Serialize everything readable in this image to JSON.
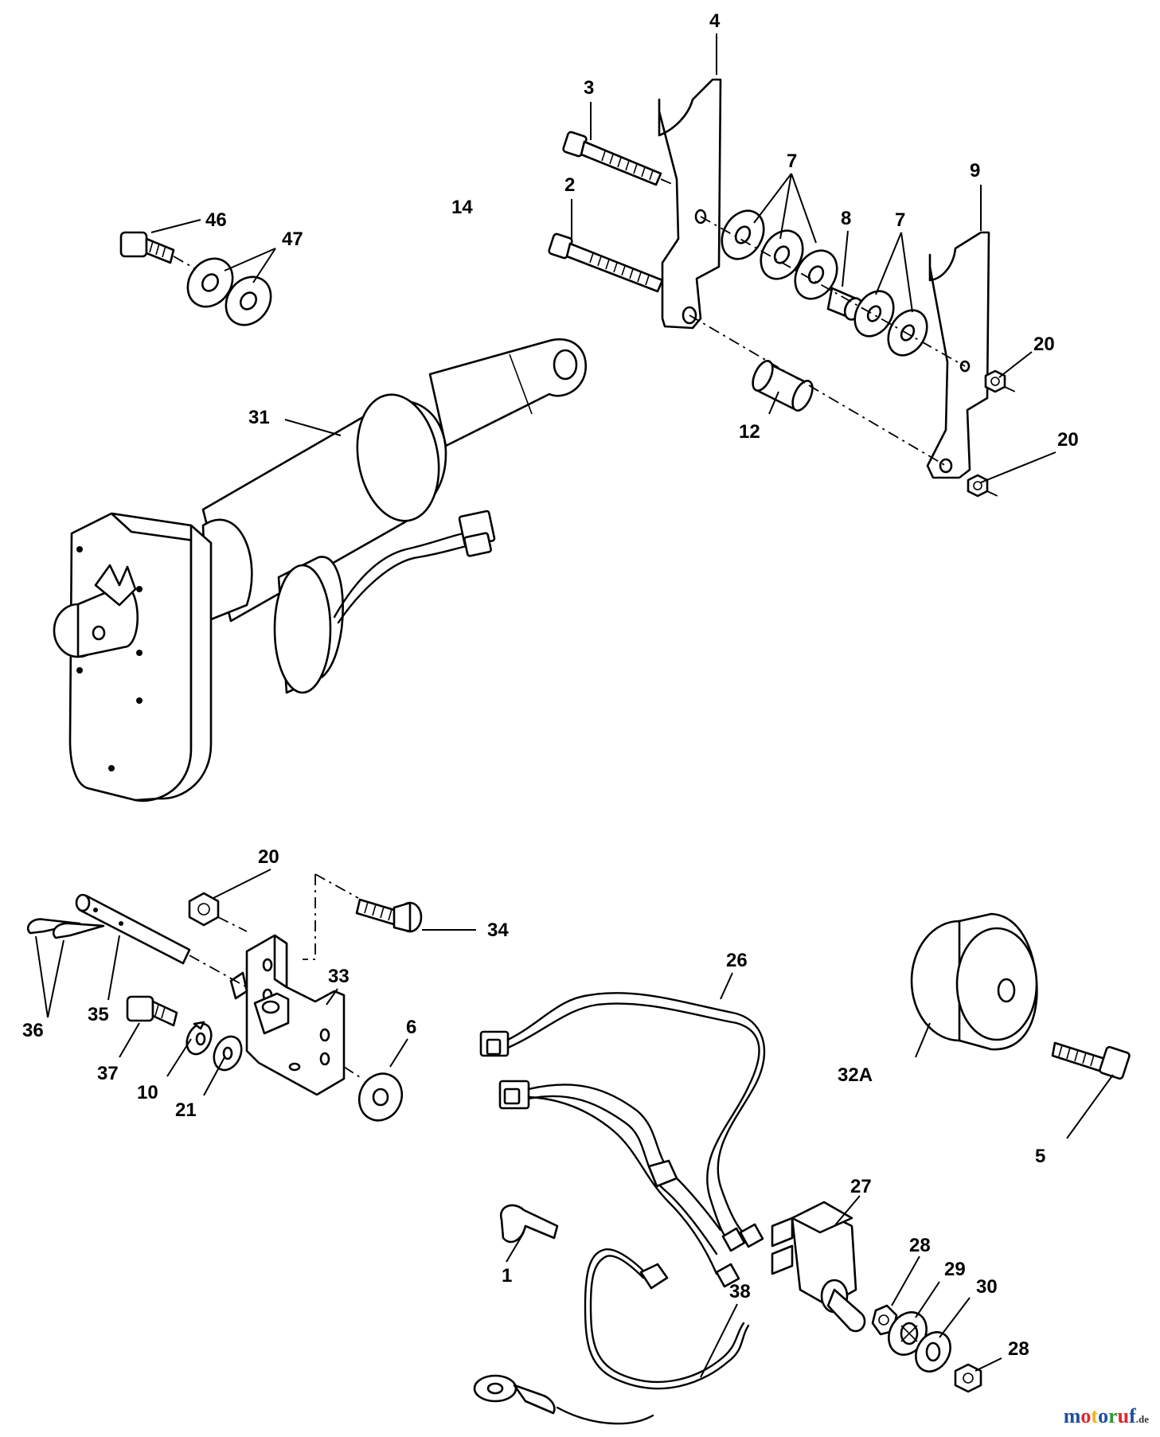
{
  "diagram": {
    "callouts": [
      {
        "id": "c4",
        "text": "4"
      },
      {
        "id": "c3",
        "text": "3"
      },
      {
        "id": "c7a",
        "text": "7"
      },
      {
        "id": "c9",
        "text": "9"
      },
      {
        "id": "c14",
        "text": "14"
      },
      {
        "id": "c2",
        "text": "2"
      },
      {
        "id": "c8",
        "text": "8"
      },
      {
        "id": "c7b",
        "text": "7"
      },
      {
        "id": "c46",
        "text": "46"
      },
      {
        "id": "c47",
        "text": "47"
      },
      {
        "id": "c20a",
        "text": "20"
      },
      {
        "id": "c31",
        "text": "31"
      },
      {
        "id": "c12",
        "text": "12"
      },
      {
        "id": "c20b",
        "text": "20"
      },
      {
        "id": "c20c",
        "text": "20"
      },
      {
        "id": "c34",
        "text": "34"
      },
      {
        "id": "c26",
        "text": "26"
      },
      {
        "id": "c33",
        "text": "33"
      },
      {
        "id": "c36",
        "text": "36"
      },
      {
        "id": "c35",
        "text": "35"
      },
      {
        "id": "c6",
        "text": "6"
      },
      {
        "id": "c32a",
        "text": "32A"
      },
      {
        "id": "c37",
        "text": "37"
      },
      {
        "id": "c10",
        "text": "10"
      },
      {
        "id": "c21",
        "text": "21"
      },
      {
        "id": "c5",
        "text": "5"
      },
      {
        "id": "c27",
        "text": "27"
      },
      {
        "id": "c1",
        "text": "1"
      },
      {
        "id": "c28a",
        "text": "28"
      },
      {
        "id": "c29",
        "text": "29"
      },
      {
        "id": "c30",
        "text": "30"
      },
      {
        "id": "c28b",
        "text": "28"
      },
      {
        "id": "c38",
        "text": "38"
      }
    ]
  },
  "watermark": {
    "letters": [
      "m",
      "o",
      "t",
      "o",
      "r",
      "u",
      "f"
    ],
    "suffix": ".de",
    "colors": [
      "#1e4fa0",
      "#e0262b",
      "#f2b319",
      "#1e4fa0",
      "#2f9a3a",
      "#e0262b",
      "#1e4fa0"
    ]
  }
}
